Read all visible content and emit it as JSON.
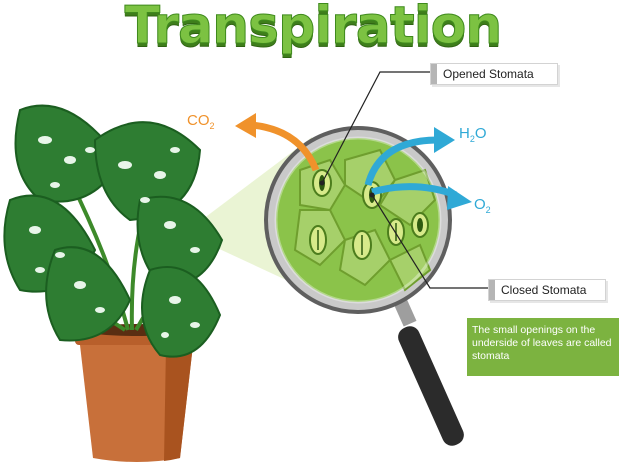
{
  "title": "Transpiration",
  "labels": {
    "opened_stomata": "Opened Stomata",
    "closed_stomata": "Closed Stomata"
  },
  "gases": {
    "co2": {
      "base": "CO",
      "sub": "2"
    },
    "h2o": {
      "base1": "H",
      "sub": "2",
      "base2": "O"
    },
    "o2": {
      "base": "O",
      "sub": "2"
    }
  },
  "note": "The small openings on the underside of leaves are called stomata",
  "colors": {
    "title_green": "#7cc242",
    "leaf_green": "#2e7d32",
    "cell_green": "#8bc34a",
    "co2_orange": "#f0922b",
    "water_blue": "#2fa9d6",
    "note_bg": "#7cb340",
    "pot": "#c8703a"
  }
}
